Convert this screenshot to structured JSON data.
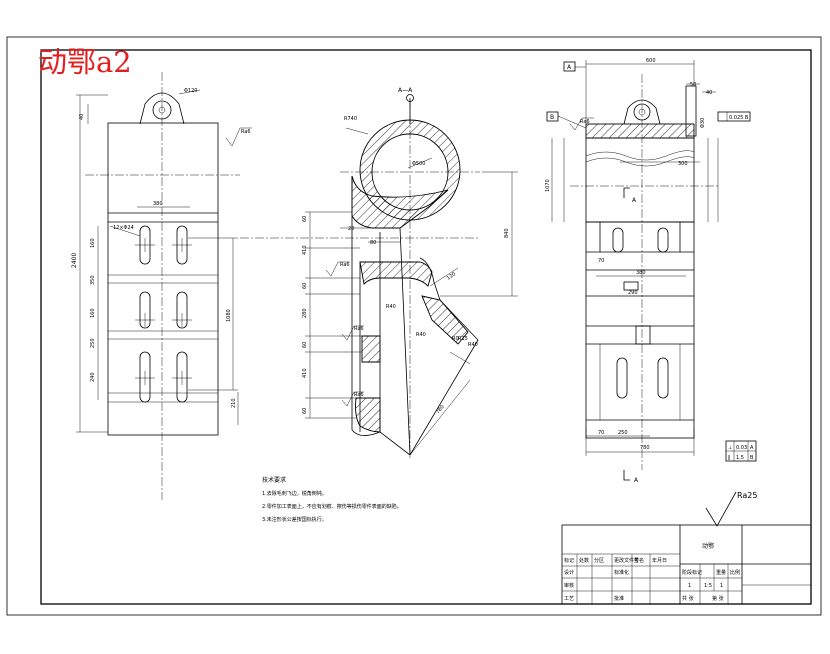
{
  "stamp": "动鄂a2",
  "view_front": {
    "dims": [
      "Φ120",
      "40",
      "2400",
      "160",
      "350",
      "160",
      "250",
      "240",
      "380",
      "1080",
      "210"
    ],
    "holes_label": "12×Φ24",
    "roughness": "Ra6"
  },
  "view_section": {
    "title": "A—A",
    "dims": [
      "R740",
      "Φ500",
      "80",
      "20",
      "60",
      "410",
      "60",
      "280",
      "60",
      "410",
      "60",
      "840",
      "R40",
      "R15",
      "R40",
      "R40",
      "120",
      "R0",
      "780"
    ],
    "roughness": [
      "Ra6",
      "Ra6",
      "Ra6"
    ]
  },
  "view_side": {
    "datum_a": "A",
    "datum_b": "B",
    "dims": [
      "600",
      "50",
      "40",
      "Φ30",
      "300",
      "1070",
      "380",
      "70",
      "290",
      "70",
      "250",
      "780",
      "A",
      "A"
    ],
    "tolerance_right": "0.025 B",
    "roughness": "Ra6",
    "tol_table": [
      [
        "⊥",
        "0.03",
        "A"
      ],
      [
        "∥",
        "1.5",
        "B"
      ]
    ]
  },
  "notes": {
    "title": "技术要求",
    "lines": [
      "1.去除毛刺飞边，锐角倒钝。",
      "2.零件加工表面上，不应有划痕、擦伤等损伤零件表面的缺陷。",
      "3.未注形状公差按国标执行。"
    ]
  },
  "ra_global": "Ra25",
  "title_block": {
    "part_name": "动鄂",
    "company": "",
    "drawing_no": "",
    "labels": [
      "标记",
      "处数",
      "分区",
      "更改文件号",
      "签名",
      "年月日",
      "设计",
      "标准化",
      "审核",
      "工艺",
      "批准",
      "阶段标记",
      "重量",
      "比例",
      "共 张",
      "第 张"
    ],
    "scale_vals": [
      "1",
      "1:5",
      "1"
    ]
  }
}
